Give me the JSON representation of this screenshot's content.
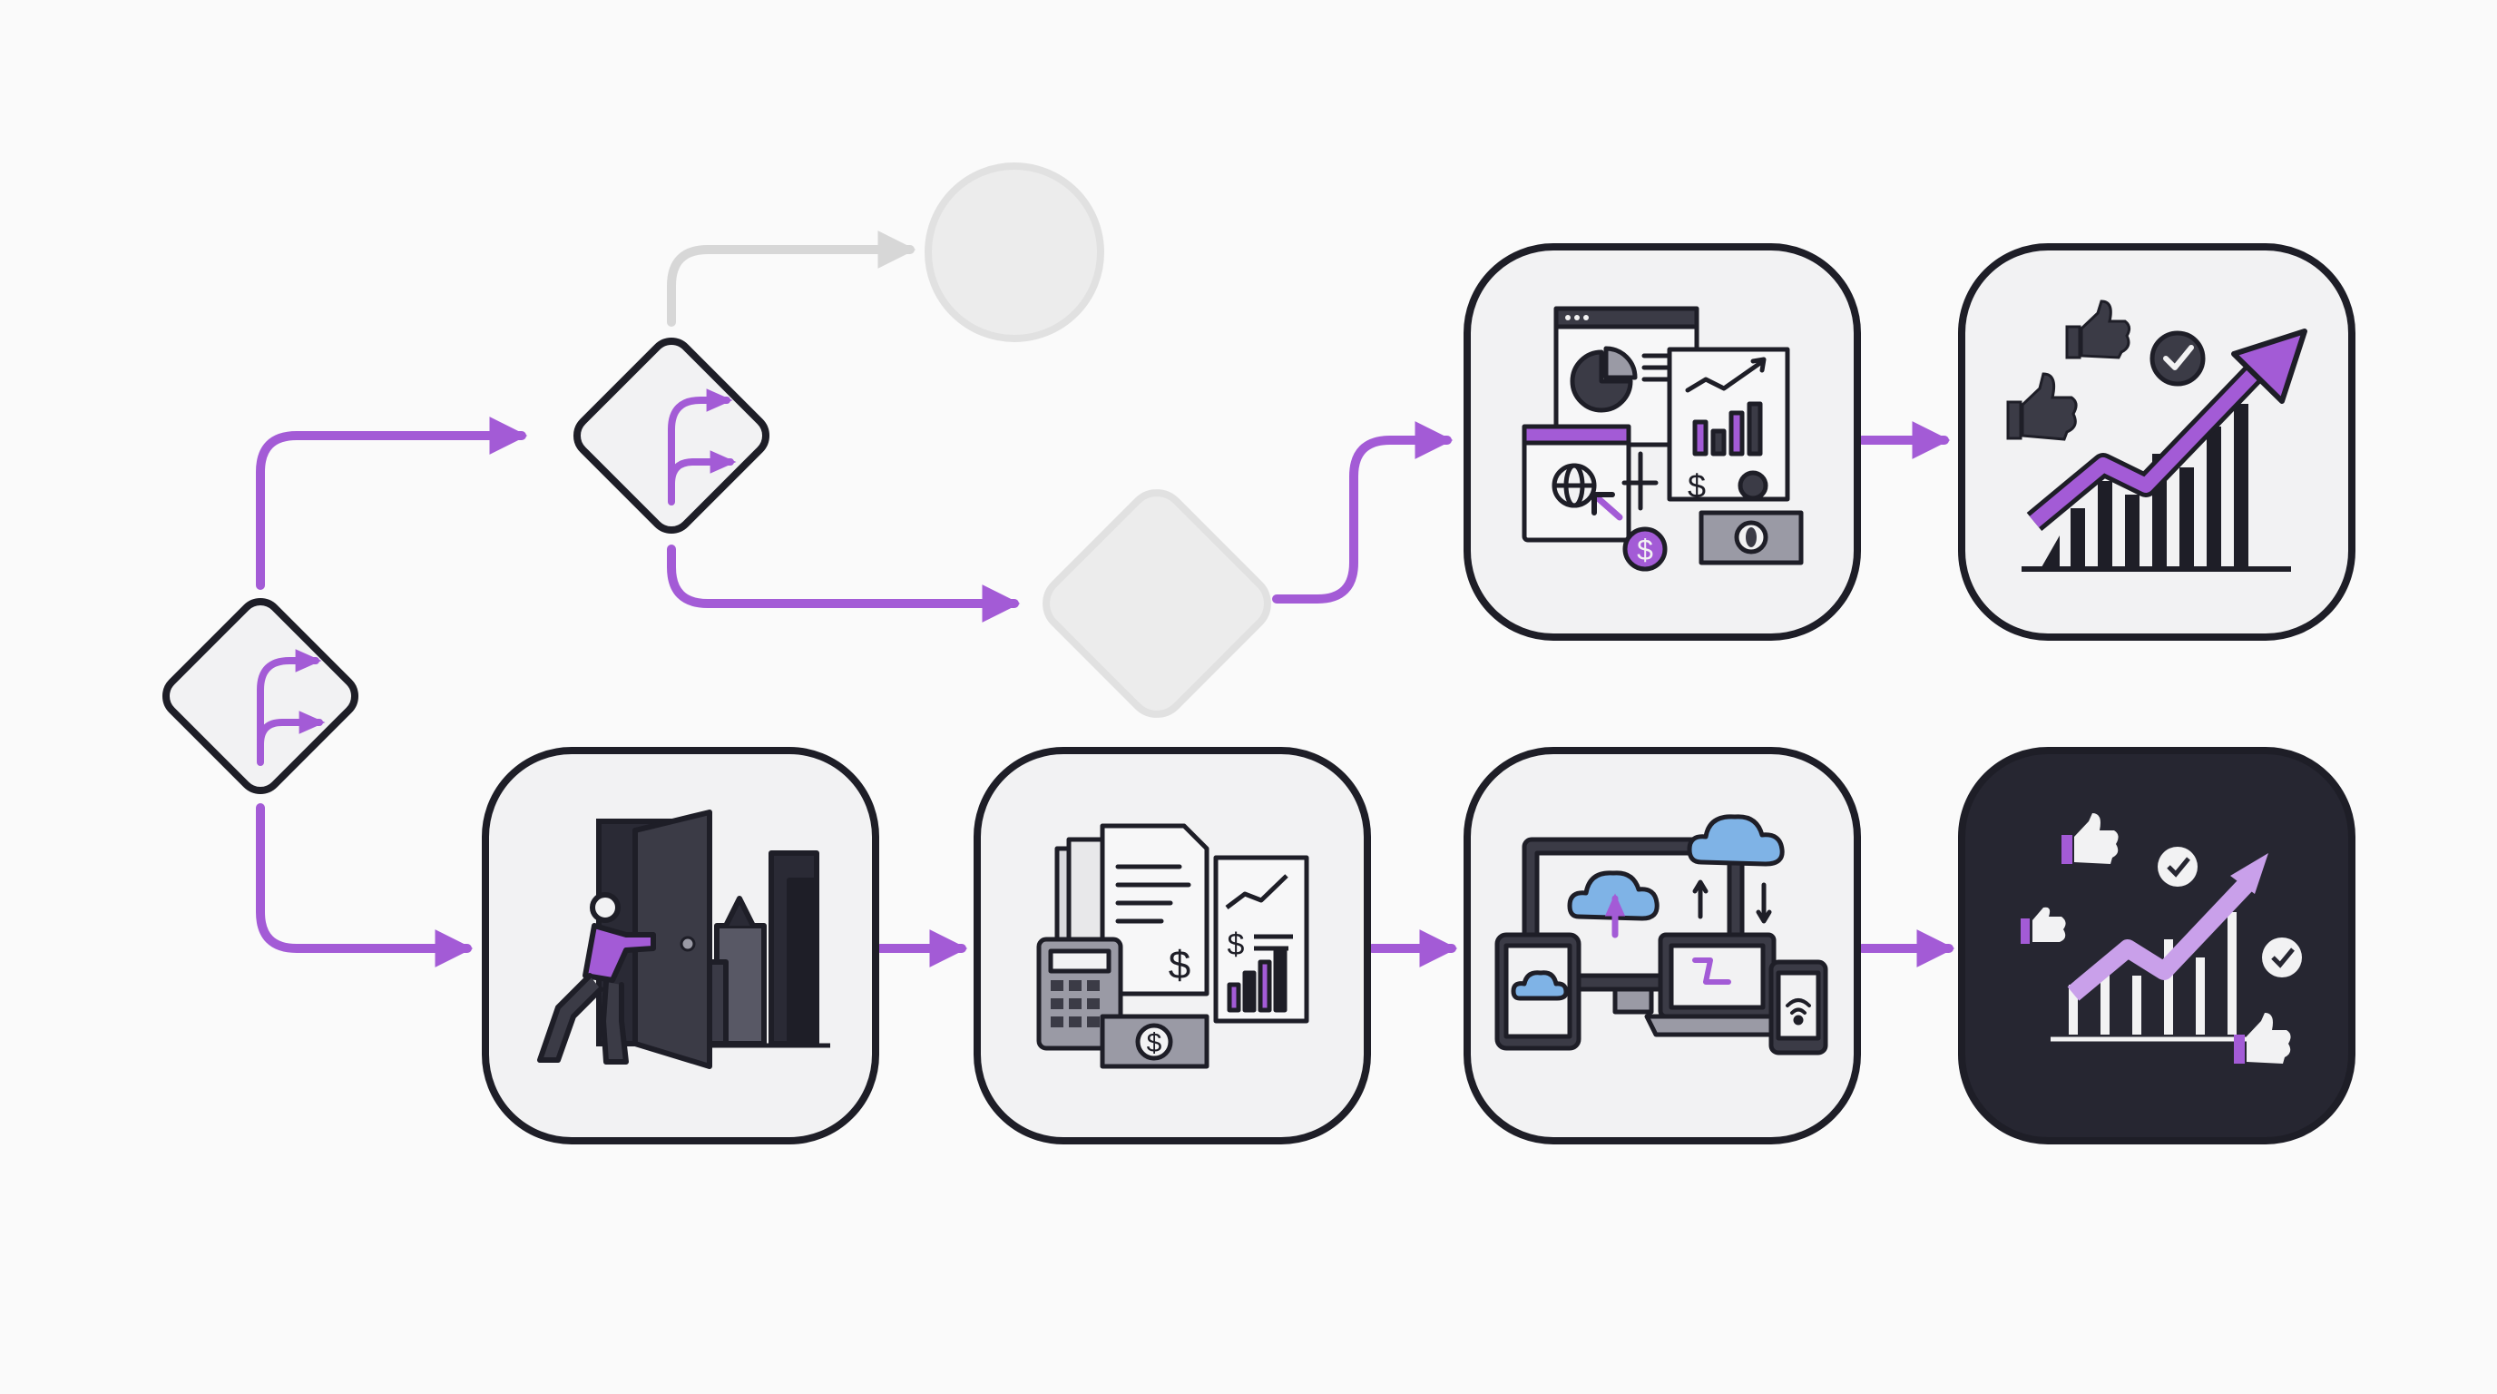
{
  "diagram": {
    "type": "flowchart",
    "colors": {
      "background": "#fafafa",
      "connector": "#a35bd6",
      "connector_faded": "#d7d7d7",
      "node_stroke": "#1e1e27",
      "node_fill": "#f2f2f3",
      "node_fill_dark": "#262631",
      "node_faded_fill": "#ececec",
      "node_faded_stroke": "#e1e1e1",
      "accent": "#a35bd6",
      "cloud": "#7fb3e6"
    },
    "nodes": [
      {
        "id": "decision-1",
        "shape": "diamond",
        "icon": "fork-arrow-icon"
      },
      {
        "id": "decision-2",
        "shape": "diamond",
        "icon": "fork-arrow-icon"
      },
      {
        "id": "faded-circle",
        "shape": "circle",
        "state": "inactive"
      },
      {
        "id": "faded-diamond",
        "shape": "diamond",
        "state": "inactive"
      },
      {
        "id": "step-door",
        "shape": "rounded-square",
        "icon": "person-pushing-door-icon"
      },
      {
        "id": "step-finance-docs",
        "shape": "rounded-square",
        "icon": "calculator-invoice-icon"
      },
      {
        "id": "step-devices-cloud",
        "shape": "rounded-square",
        "icon": "devices-cloud-sync-icon"
      },
      {
        "id": "step-growth-dark",
        "shape": "rounded-square",
        "icon": "growth-chart-likes-icon",
        "theme": "dark"
      },
      {
        "id": "step-dashboard",
        "shape": "rounded-square",
        "icon": "web-analytics-payment-icon"
      },
      {
        "id": "step-growth",
        "shape": "rounded-square",
        "icon": "growth-chart-likes-icon"
      }
    ],
    "edges": [
      {
        "from": "decision-1",
        "to": "decision-2"
      },
      {
        "from": "decision-1",
        "to": "step-door"
      },
      {
        "from": "decision-2",
        "to": "faded-circle",
        "state": "inactive"
      },
      {
        "from": "decision-2",
        "to": "faded-diamond"
      },
      {
        "from": "faded-diamond",
        "to": "step-dashboard"
      },
      {
        "from": "step-dashboard",
        "to": "step-growth"
      },
      {
        "from": "step-door",
        "to": "step-finance-docs"
      },
      {
        "from": "step-finance-docs",
        "to": "step-devices-cloud"
      },
      {
        "from": "step-devices-cloud",
        "to": "step-growth-dark"
      }
    ]
  }
}
